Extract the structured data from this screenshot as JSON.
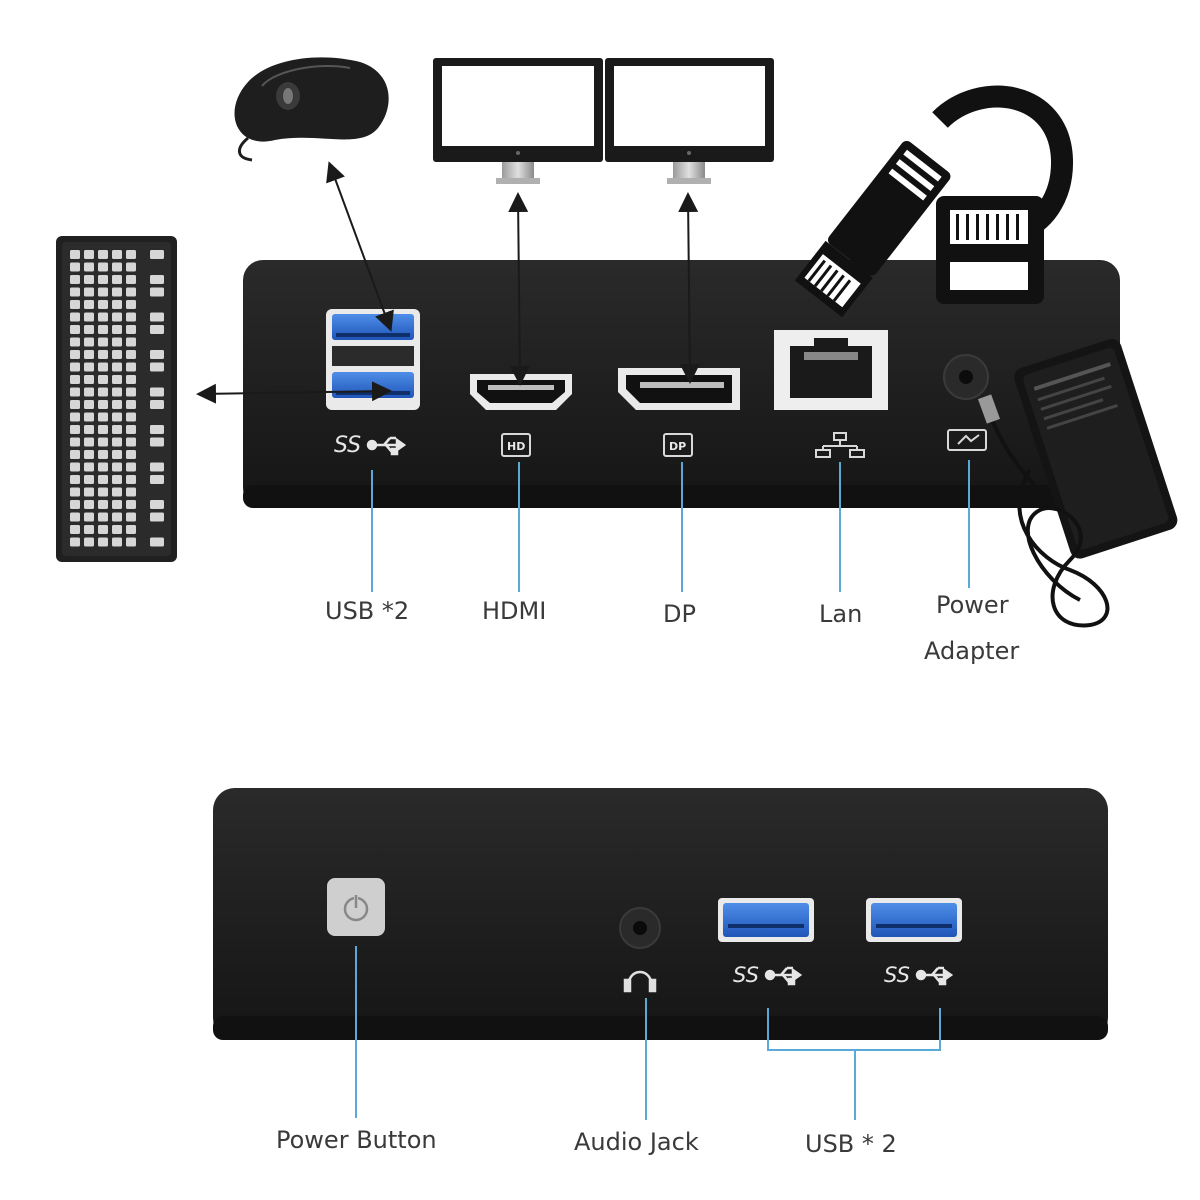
{
  "rear": {
    "port_labels": {
      "usb": "USB *2",
      "hdmi": "HDMI",
      "dp": "DP",
      "lan": "Lan",
      "power_line1": "Power",
      "power_line2": "Adapter"
    },
    "port_markings": {
      "hdmi": "HD",
      "dp": "DP",
      "superspeed": "SS"
    }
  },
  "front": {
    "port_labels": {
      "power_button": "Power Button",
      "audio_jack": "Audio Jack",
      "usb": "USB * 2"
    },
    "port_markings": {
      "superspeed_left": "SS",
      "superspeed_right": "SS"
    }
  },
  "colors": {
    "case": "#1f1f1f",
    "case_top": "#141414",
    "usb_blue": "#2f6fd6",
    "leader_line": "#5aa9d6",
    "arrow": "#1a1a1a",
    "label_text": "#3a3a3a"
  }
}
